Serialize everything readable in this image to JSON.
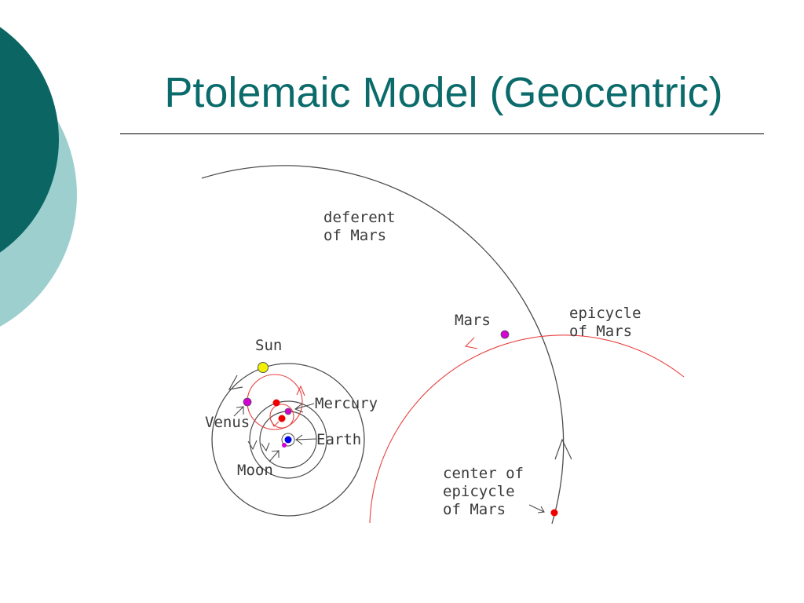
{
  "slide": {
    "title": "Ptolemaic Model (Geocentric)"
  },
  "colors": {
    "title": "#0b6b6b",
    "deco_dark": "#0b6663",
    "deco_light": "#9ecfcf",
    "orbit": "#4d4d4d",
    "red_path": "#e84040",
    "sun": "#f2f200",
    "planet_magenta": "#d400d4",
    "red_dot": "#ee0000",
    "earth": "#0000ee"
  },
  "labels": {
    "deferent": [
      "deferent",
      "of Mars"
    ],
    "epicycle": [
      "epicycle",
      "of Mars"
    ],
    "center": [
      "center of",
      "epicycle",
      "of Mars"
    ],
    "mars": "Mars",
    "sun": "Sun",
    "venus": "Venus",
    "mercury": "Mercury",
    "earth": "Earth",
    "moon": "Moon"
  }
}
